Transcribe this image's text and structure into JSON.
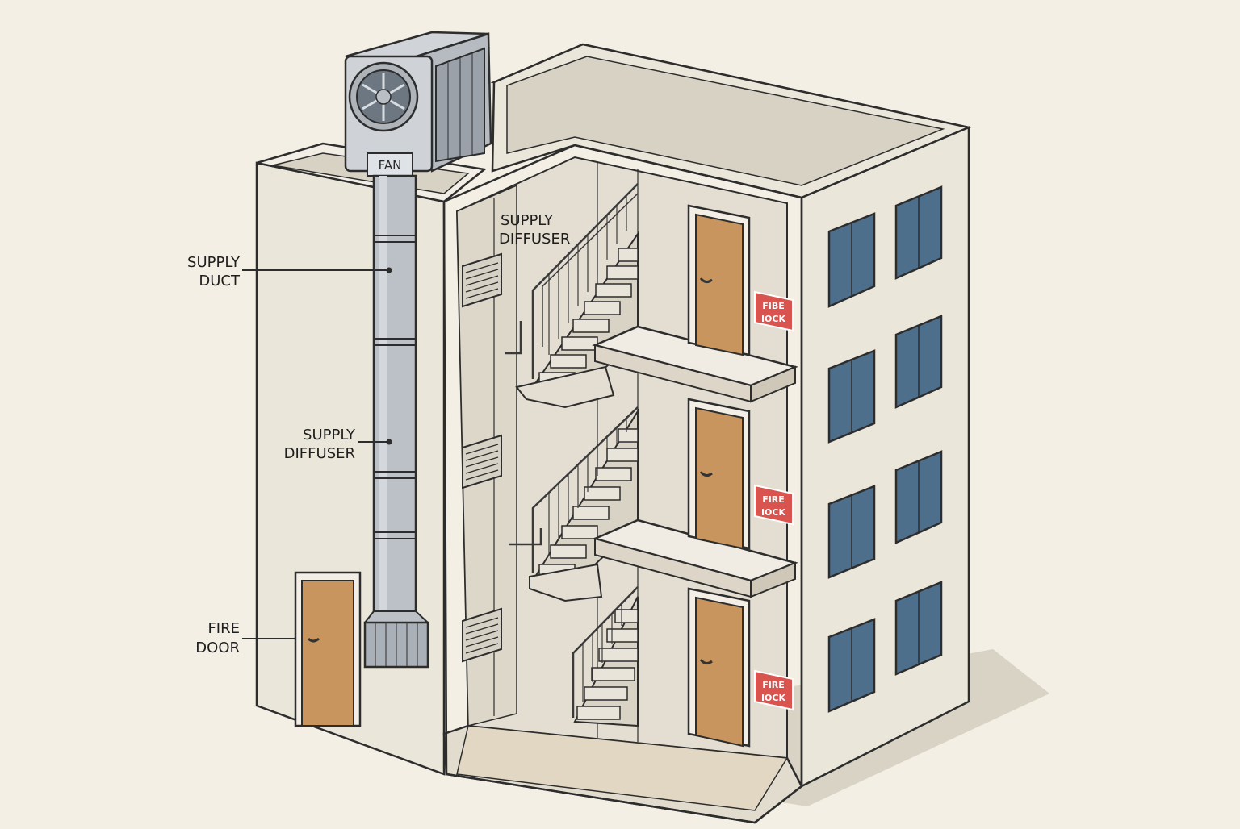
{
  "labels": {
    "fan": "FAN",
    "supply_duct_line1": "SUPPLY",
    "supply_duct_line2": "DUCT",
    "supply_diffuser_left_line1": "SUPPLY",
    "supply_diffuser_left_line2": "DIFFUSER",
    "fire_door_line1": "FIRE",
    "fire_door_line2": "DOOR",
    "supply_diffuser_top_line1": "SUPPLY",
    "supply_diffuser_top_line2": "DIFFUSER"
  },
  "signs": [
    {
      "line1": "FIBE",
      "line2": "IOCK"
    },
    {
      "line1": "FIRE",
      "line2": "IOCK"
    },
    {
      "line1": "FIRE",
      "line2": "IOCK"
    }
  ],
  "colors": {
    "background": "#f4efe4",
    "wall": "#ece7dc",
    "door": "#c8955f",
    "window": "#4e6f8c",
    "duct": "#b9bec4",
    "sign": "#d9534f"
  }
}
